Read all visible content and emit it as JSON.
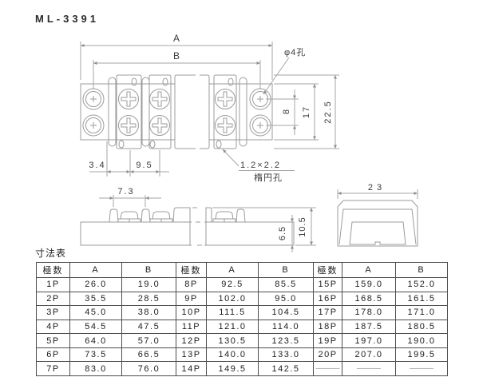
{
  "title": "ML-3391",
  "colors": {
    "line": "#9b9b9b",
    "dim_text": "#3a3a3a",
    "table_border": "#4d4d4d",
    "background": "#ffffff"
  },
  "drawing": {
    "top_view": {
      "dim_a": "A",
      "dim_b": "B",
      "hole_label": "φ4孔",
      "dim_hole_pitch": "8",
      "dim_strip_height": "17",
      "dim_total_height": "22.5",
      "dim_end_offset": "3.4",
      "dim_pole_pitch": "9.5",
      "oval_size": "1.2×2.2",
      "oval_label": "楕円孔"
    },
    "side_view": {
      "dim_barrier_pitch": "7.3",
      "dim_base_height": "6.5",
      "dim_total_height": "10.5"
    },
    "end_view": {
      "dim_width": "23"
    }
  },
  "table": {
    "label": "寸法表",
    "headers": [
      "極数",
      "A",
      "B",
      "極数",
      "A",
      "B",
      "極数",
      "A",
      "B"
    ],
    "rows": [
      [
        "1P",
        "26.0",
        "19.0",
        "8P",
        "92.5",
        "85.5",
        "15P",
        "159.0",
        "152.0"
      ],
      [
        "2P",
        "35.5",
        "28.5",
        "9P",
        "102.0",
        "95.0",
        "16P",
        "168.5",
        "161.5"
      ],
      [
        "3P",
        "45.0",
        "38.0",
        "10P",
        "111.5",
        "104.5",
        "17P",
        "178.0",
        "171.0"
      ],
      [
        "4P",
        "54.5",
        "47.5",
        "11P",
        "121.0",
        "114.0",
        "18P",
        "187.5",
        "180.5"
      ],
      [
        "5P",
        "64.0",
        "57.0",
        "12P",
        "130.5",
        "123.5",
        "19P",
        "197.0",
        "190.0"
      ],
      [
        "6P",
        "73.5",
        "66.5",
        "13P",
        "140.0",
        "133.0",
        "20P",
        "207.0",
        "199.5"
      ],
      [
        "7P",
        "83.0",
        "76.0",
        "14P",
        "149.5",
        "142.5",
        "———",
        "———",
        "———"
      ]
    ]
  }
}
